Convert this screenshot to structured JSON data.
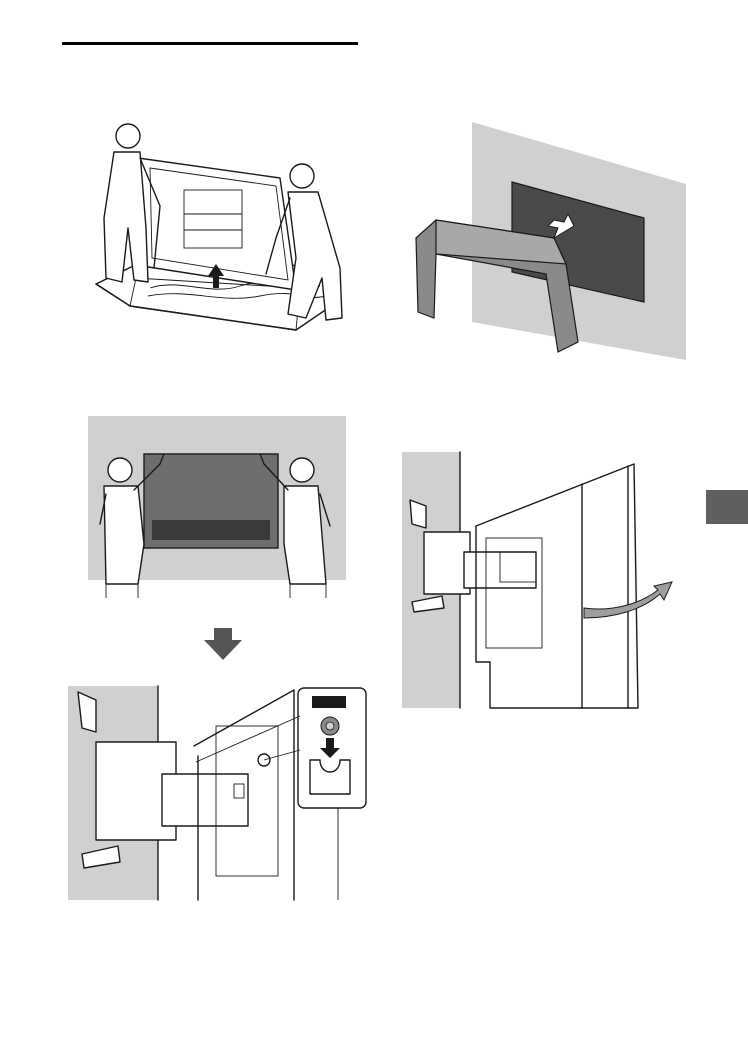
{
  "page": {
    "heading_rule_color": "#000000",
    "side_tab_color": "#5f5f5f",
    "wall_color": "#d0d0d0"
  },
  "figures": [
    {
      "id": "unpack",
      "icon": "people-lifting-tv-from-box-icon"
    },
    {
      "id": "remove-cover",
      "icon": "protective-cover-removal-icon"
    },
    {
      "id": "hold-to-wall",
      "icon": "people-holding-tv-to-wall-icon"
    },
    {
      "id": "step-arrow",
      "icon": "arrow-down-icon"
    },
    {
      "id": "attach-bracket",
      "icon": "bracket-hook-detail-icon"
    },
    {
      "id": "swing-out",
      "icon": "tv-swing-open-icon"
    }
  ],
  "callout": {
    "label": ""
  }
}
